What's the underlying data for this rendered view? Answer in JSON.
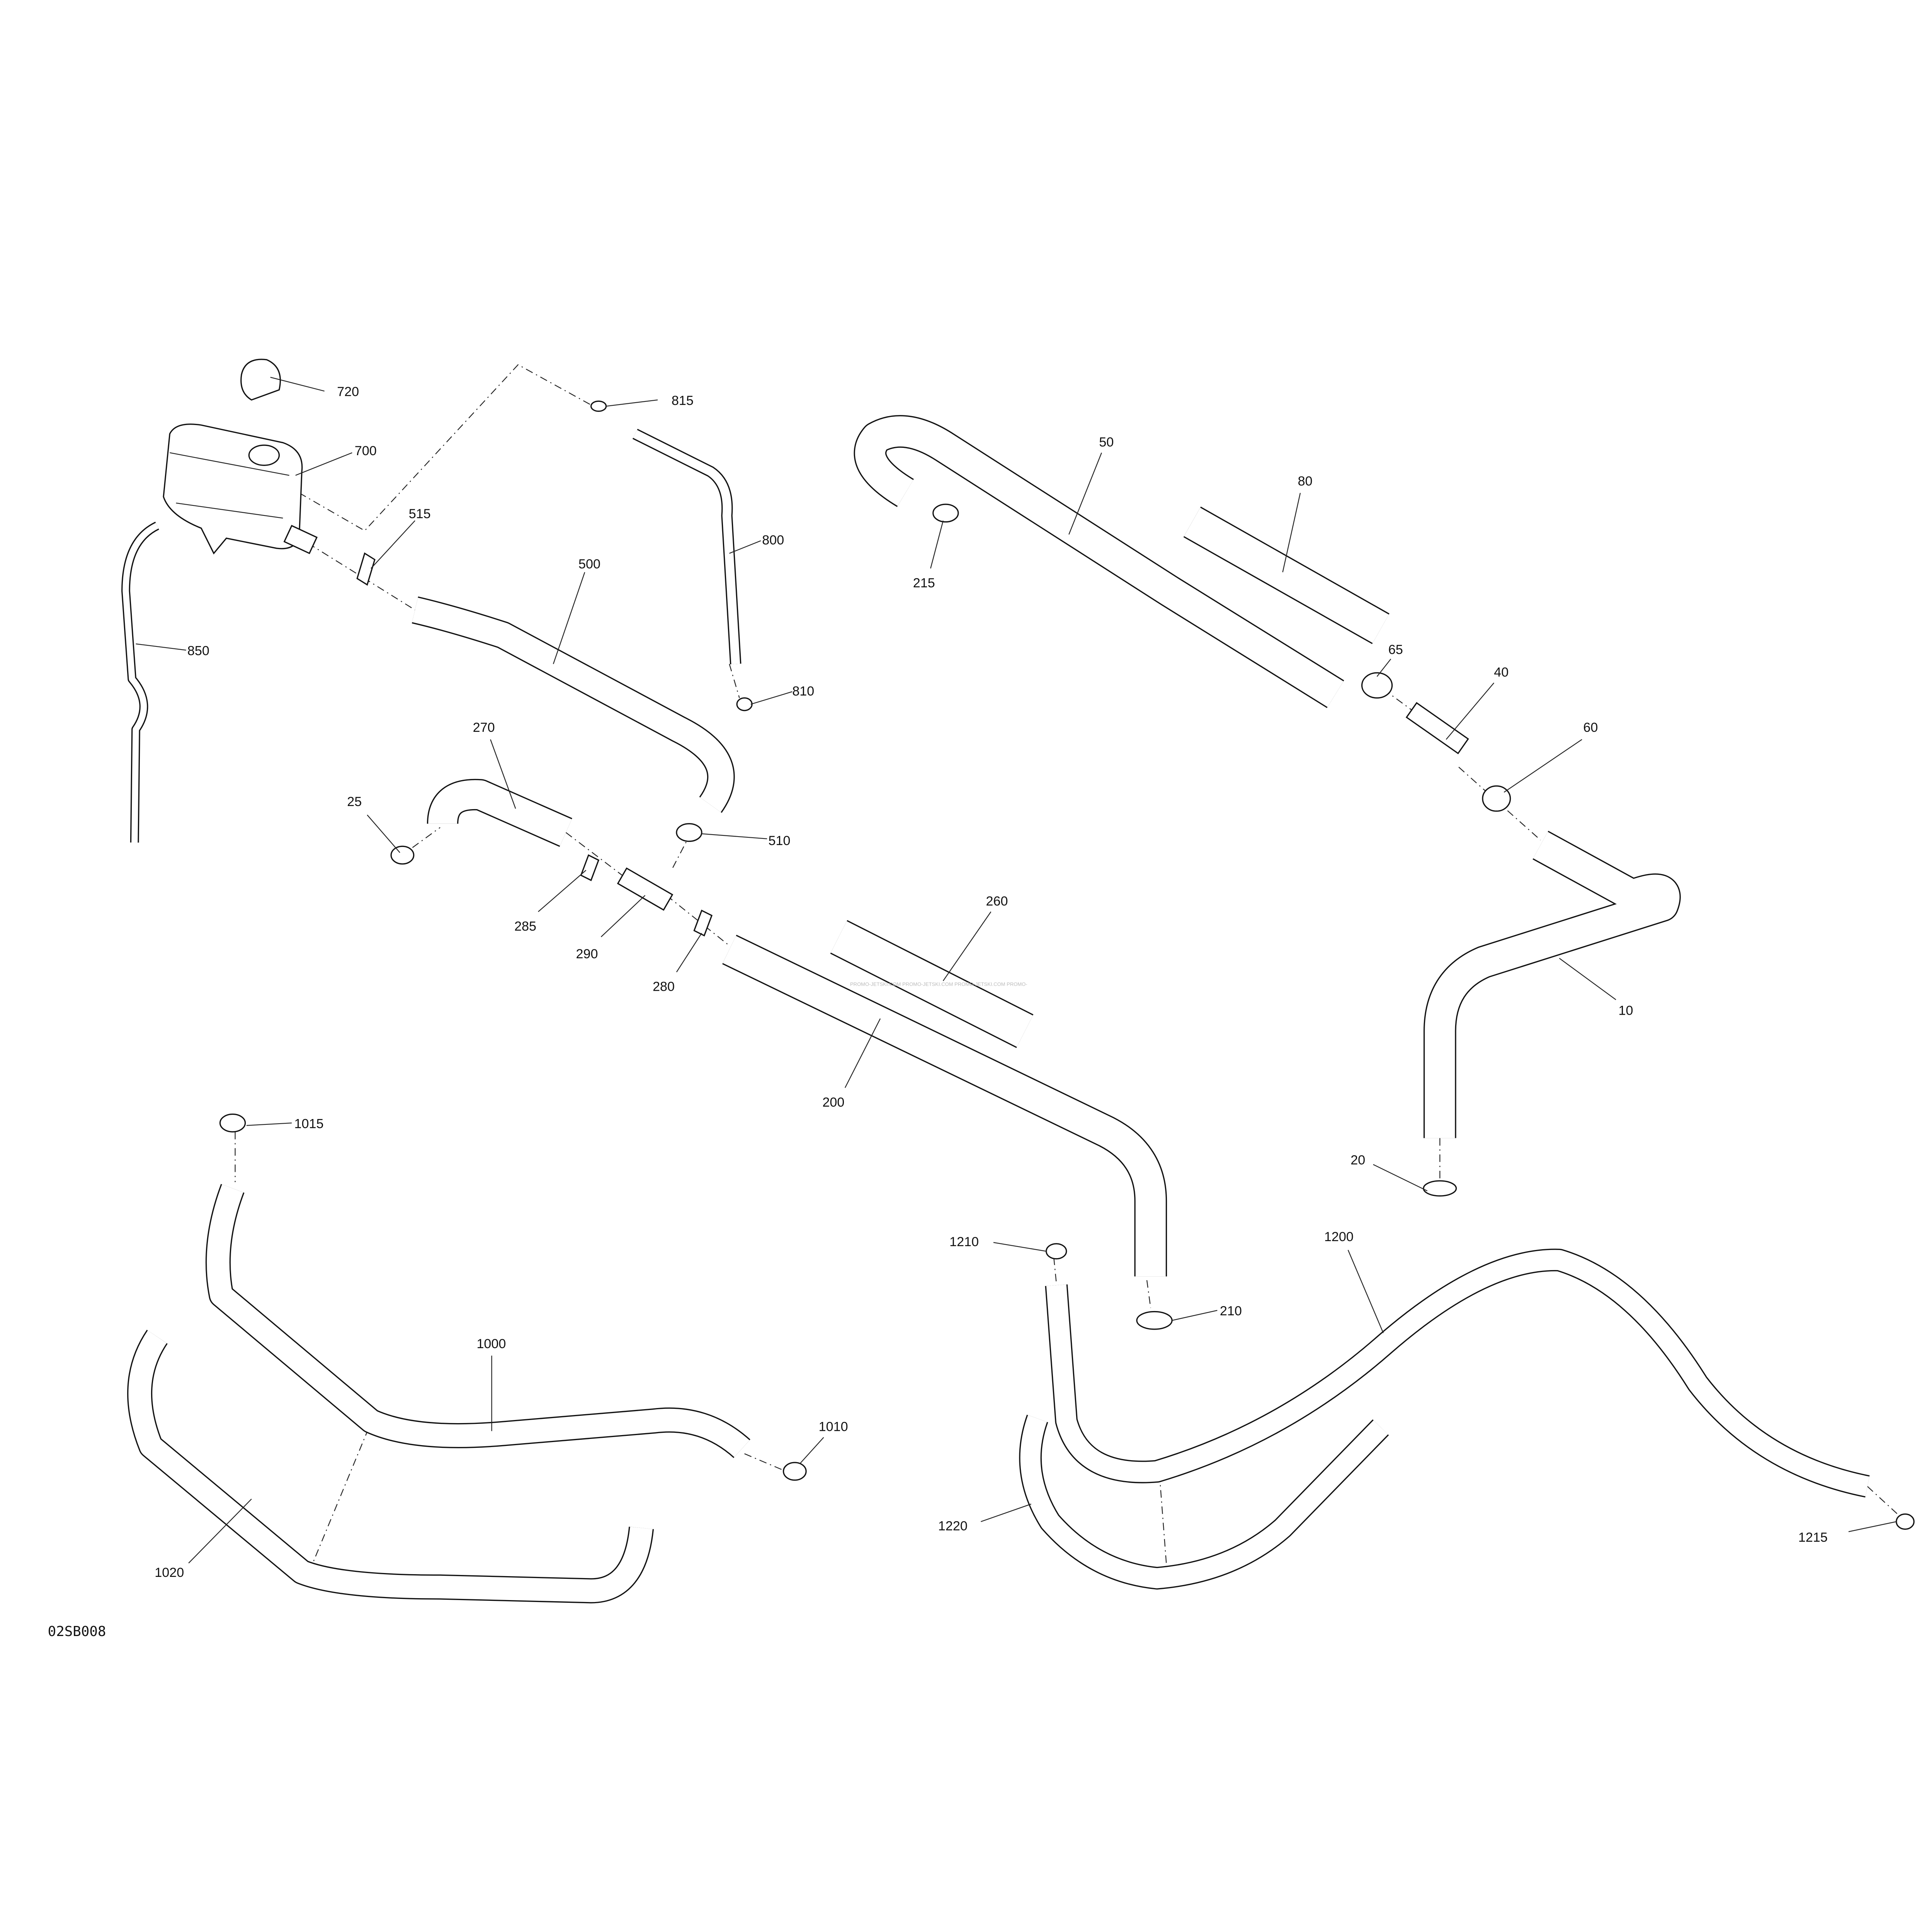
{
  "diagram_id": "02SB008",
  "watermark": "PROMO-JETSKI.COM  PROMO-JETSKI.COM  PROMO-JETSKI.COM  PROMO-",
  "parts": [
    "720",
    "815",
    "700",
    "515",
    "800",
    "500",
    "850",
    "810",
    "270",
    "25",
    "510",
    "285",
    "290",
    "280",
    "50",
    "80",
    "215",
    "65",
    "40",
    "60",
    "260",
    "10",
    "200",
    "20",
    "1015",
    "1210",
    "1200",
    "210",
    "1000",
    "1010",
    "1020",
    "1220",
    "1215"
  ]
}
